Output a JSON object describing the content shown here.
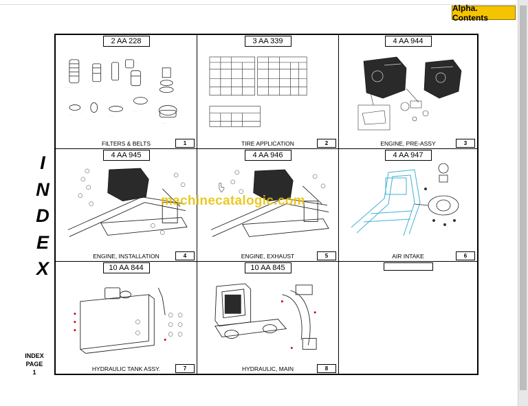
{
  "header": {
    "alpha_contents_label": "Alpha.  Contents"
  },
  "index_word": [
    "I",
    "N",
    "D",
    "E",
    "X"
  ],
  "page_label": {
    "line1": "INDEX",
    "line2": "PAGE",
    "line3": "1"
  },
  "watermark": "machinecatalogic.com",
  "cells": [
    {
      "code": "2 AA 228",
      "caption": "FILTERS & BELTS",
      "number": "1"
    },
    {
      "code": "3 AA 339",
      "caption": "TIRE APPLICATION",
      "number": "2"
    },
    {
      "code": "4 AA 944",
      "caption": "ENGINE, PRE-ASSY",
      "number": "3"
    },
    {
      "code": "4 AA 945",
      "caption": "ENGINE, INSTALLATION",
      "number": "4"
    },
    {
      "code": "4 AA 946",
      "caption": "ENGINE, EXHAUST",
      "number": "5"
    },
    {
      "code": "4 AA 947",
      "caption": "AIR INTAKE",
      "number": "6"
    },
    {
      "code": "10 AA 844",
      "caption": "HYDRAULIC TANK ASSY.",
      "number": "7"
    },
    {
      "code": "10 AA 845",
      "caption": "HYDRAULIC, MAIN",
      "number": "8"
    },
    {
      "code": "",
      "caption": "",
      "number": ""
    }
  ],
  "colors": {
    "button": "#f5c400",
    "watermark": "#e8c000",
    "air_intake": "#3fb0d6"
  }
}
